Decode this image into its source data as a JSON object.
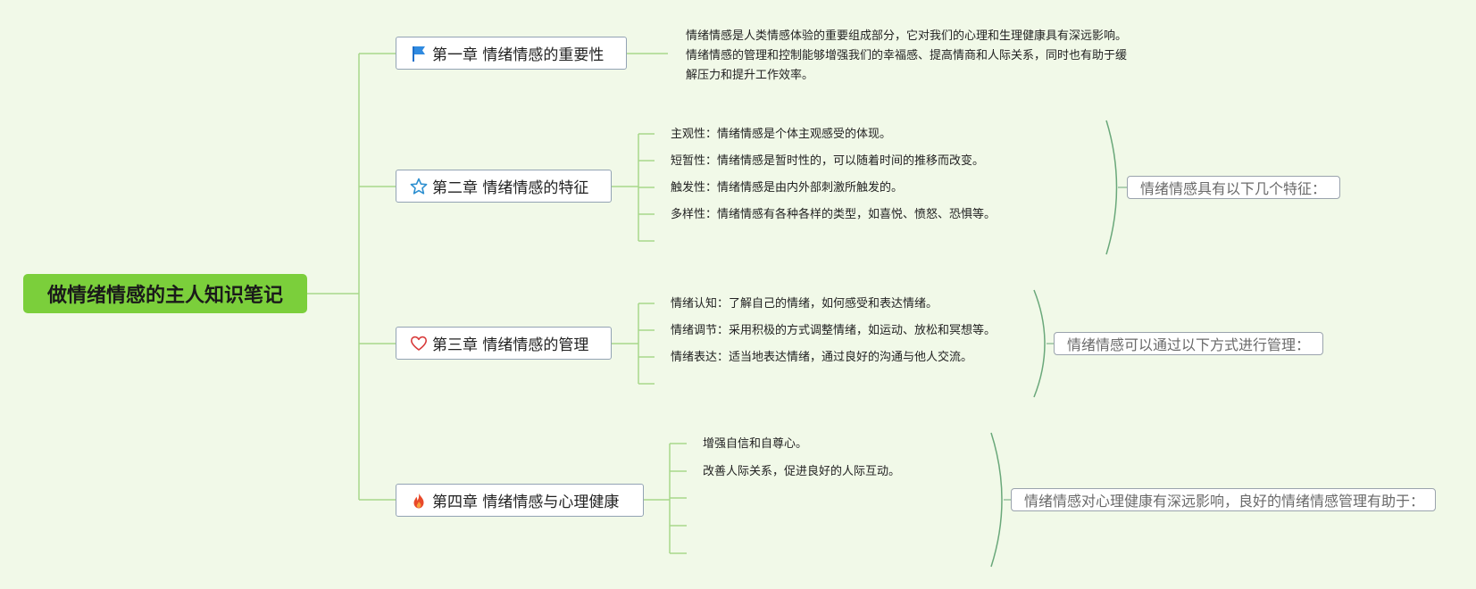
{
  "root": {
    "title": "做情绪情感的主人知识笔记"
  },
  "colors": {
    "background": "#f1f9e8",
    "root_fill": "#7bcf3b",
    "connector": "#a8d88a",
    "brace": "#6aa87a"
  },
  "chapters": [
    {
      "title": "第一章 情绪情感的重要性",
      "icon": "flag-icon",
      "paragraph": "情绪情感是人类情感体验的重要组成部分，它对我们的心理和生理健康具有深远影响。情绪情感的管理和控制能够增强我们的幸福感、提高情商和人际关系，同时也有助于缓解压力和提升工作效率。"
    },
    {
      "title": "第二章 情绪情感的特征",
      "icon": "star-icon",
      "items": [
        "主观性：情绪情感是个体主观感受的体现。",
        "短暂性：情绪情感是暂时性的，可以随着时间的推移而改变。",
        "触发性：情绪情感是由内外部刺激所触发的。",
        "多样性：情绪情感有各种各样的类型，如喜悦、愤怒、恐惧等。",
        ""
      ],
      "summary": "情绪情感具有以下几个特征："
    },
    {
      "title": "第三章 情绪情感的管理",
      "icon": "heart-icon",
      "items": [
        "情绪认知：了解自己的情绪，如何感受和表达情绪。",
        "情绪调节：采用积极的方式调整情绪，如运动、放松和冥想等。",
        "情绪表达：适当地表达情绪，通过良好的沟通与他人交流。",
        ""
      ],
      "summary": "情绪情感可以通过以下方式进行管理："
    },
    {
      "title": "第四章 情绪情感与心理健康",
      "icon": "fire-icon",
      "items": [
        "增强自信和自尊心。",
        "改善人际关系，促进良好的人际互动。",
        "",
        "",
        ""
      ],
      "summary": "情绪情感对心理健康有深远影响，良好的情绪情感管理有助于："
    }
  ]
}
